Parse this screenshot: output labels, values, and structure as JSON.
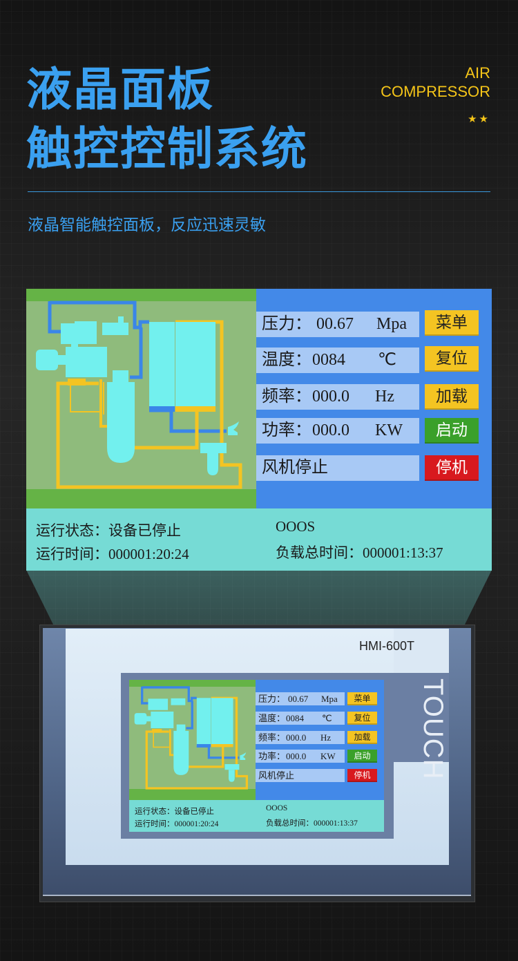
{
  "header": {
    "title_line1": "液晶面板",
    "title_line2": "触控控制系统",
    "brand_line1": "AIR",
    "brand_line2": "COMPRESSOR",
    "stars": "★★",
    "subtitle": "液晶智能触控面板，反应迅速灵敏"
  },
  "hmi": {
    "readings": [
      {
        "label": "压力：",
        "value": "00.67",
        "unit": "Mpa"
      },
      {
        "label": "温度：",
        "value": "0084",
        "unit": "℃"
      },
      {
        "label": "频率：",
        "value": "000.0",
        "unit": "Hz"
      },
      {
        "label": "功率：",
        "value": "000.0",
        "unit": "KW"
      }
    ],
    "fan_status": "风机停止",
    "buttons": {
      "menu": "菜单",
      "reset": "复位",
      "load": "加载",
      "start": "启动",
      "stop": "停机"
    },
    "status": {
      "run_state_label": "运行状态：",
      "run_state_value": "设备已停止",
      "code": "OOOS",
      "run_time_label": "运行时间：",
      "run_time_value": "000001:20:24",
      "load_time_label": "负载总时间：",
      "load_time_value": "000001:13:37"
    },
    "colors": {
      "diagram_bg": "#8fbb7c",
      "green_bar": "#65b346",
      "panel_blue": "#4389e8",
      "field_blue": "#a8c9f5",
      "status_teal": "#76dbd5",
      "button_yellow": "#f4c422",
      "button_green": "#3aa02a",
      "button_red": "#d8191e",
      "pipe_yellow": "#f4c422",
      "pipe_blue": "#3a86e8",
      "component_cyan": "#72f0ee"
    }
  },
  "device": {
    "model": "HMI-600T",
    "touch_label": "TOUCH"
  }
}
